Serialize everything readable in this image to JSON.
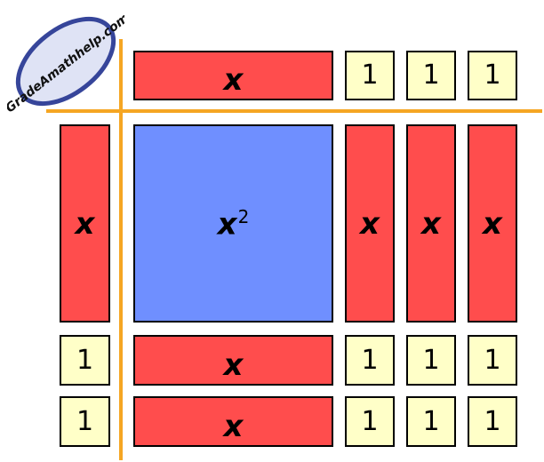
{
  "logo": {
    "text": "GradeAmathhelp.com"
  },
  "labels": {
    "x": "x",
    "one": "1",
    "x2_base": "x",
    "x2_exp": "2"
  },
  "colors": {
    "x_tile": "#ff4d4d",
    "x2_tile": "#6f8fff",
    "unit_tile": "#ffffc8",
    "axis_line": "#f5a623"
  }
}
